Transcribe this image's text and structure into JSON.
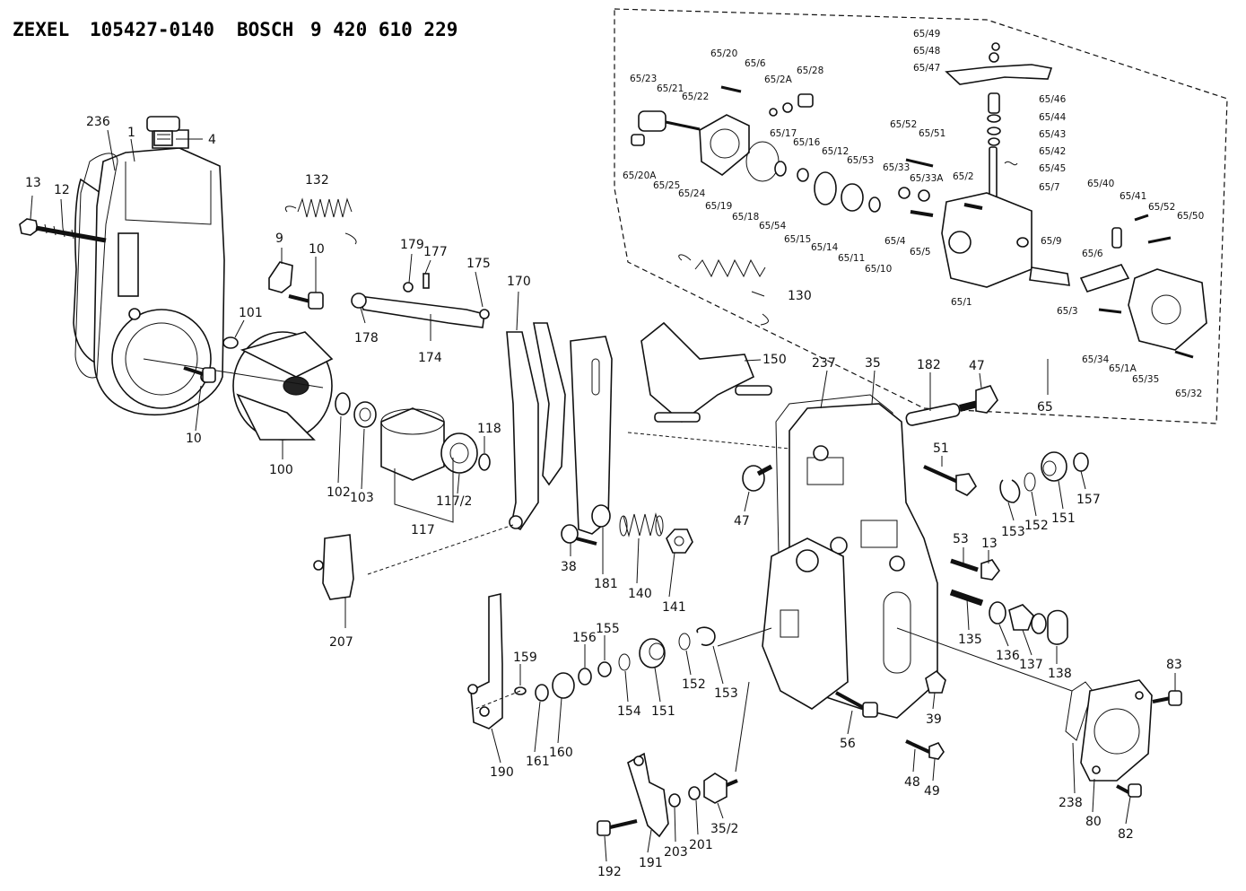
{
  "header": {
    "brand1": "ZEXEL",
    "part1": "105427-0140",
    "brand2": "BOSCH",
    "part2": "9 420 610 229"
  },
  "labels": {
    "l236": "236",
    "l1": "1",
    "l4": "4",
    "l13a": "13",
    "l12": "12",
    "l132": "132",
    "l9": "9",
    "l10a": "10",
    "l179": "179",
    "l177": "177",
    "l175": "175",
    "l170": "170",
    "l178": "178",
    "l174": "174",
    "l101": "101",
    "l10b": "10",
    "l100": "100",
    "l102": "102",
    "l103": "103",
    "l117": "117",
    "l117_2": "117/2",
    "l118": "118",
    "l130": "130",
    "l150": "150",
    "l237": "237",
    "l35": "35",
    "l182": "182",
    "l47a": "47",
    "l47b": "47",
    "l51": "51",
    "l153a": "153",
    "l152a": "152",
    "l151a": "151",
    "l157": "157",
    "l53": "53",
    "l13b": "13",
    "l135": "135",
    "l136": "136",
    "l137": "137",
    "l138": "138",
    "l38": "38",
    "l181": "181",
    "l140": "140",
    "l141": "141",
    "l207": "207",
    "l159": "159",
    "l156": "156",
    "l155": "155",
    "l154": "154",
    "l151b": "151",
    "l152b": "152",
    "l153b": "153",
    "l161": "161",
    "l160": "160",
    "l190": "190",
    "l56": "56",
    "l39": "39",
    "l48": "48",
    "l49": "49",
    "l238": "238",
    "l80": "80",
    "l82": "82",
    "l83": "83",
    "l192": "192",
    "l191": "191",
    "l203": "203",
    "l201": "201",
    "l35_2": "35/2",
    "l65": "65"
  },
  "sublabels": {
    "s65_49": "65/49",
    "s65_48": "65/48",
    "s65_47": "65/47",
    "s65_46": "65/46",
    "s65_44": "65/44",
    "s65_43": "65/43",
    "s65_42": "65/42",
    "s65_45": "65/45",
    "s65_7": "65/7",
    "s65_20": "65/20",
    "s65_6": "65/6",
    "s65_2a": "65/2A",
    "s65_28": "65/28",
    "s65_23": "65/23",
    "s65_21": "65/21",
    "s65_22": "65/22",
    "s65_17": "65/17",
    "s65_16": "65/16",
    "s65_12": "65/12",
    "s65_53": "65/53",
    "s65_52a": "65/52",
    "s65_51": "65/51",
    "s65_33": "65/33",
    "s65_33a": "65/33A",
    "s65_2": "65/2",
    "s65_20a": "65/20A",
    "s65_25": "65/25",
    "s65_24": "65/24",
    "s65_19": "65/19",
    "s65_18": "65/18",
    "s65_54": "65/54",
    "s65_15": "65/15",
    "s65_14": "65/14",
    "s65_11": "65/11",
    "s65_10": "65/10",
    "s65_4": "65/4",
    "s65_5": "65/5",
    "s65_1": "65/1",
    "s65_9": "65/9",
    "s65_40": "65/40",
    "s65_41": "65/41",
    "s65_52b": "65/52",
    "s65_50": "65/50",
    "s65_6b": "65/6",
    "s65_3": "65/3",
    "s65_34": "65/34",
    "s65_1a": "65/1A",
    "s65_35": "65/35",
    "s65_32": "65/32"
  }
}
